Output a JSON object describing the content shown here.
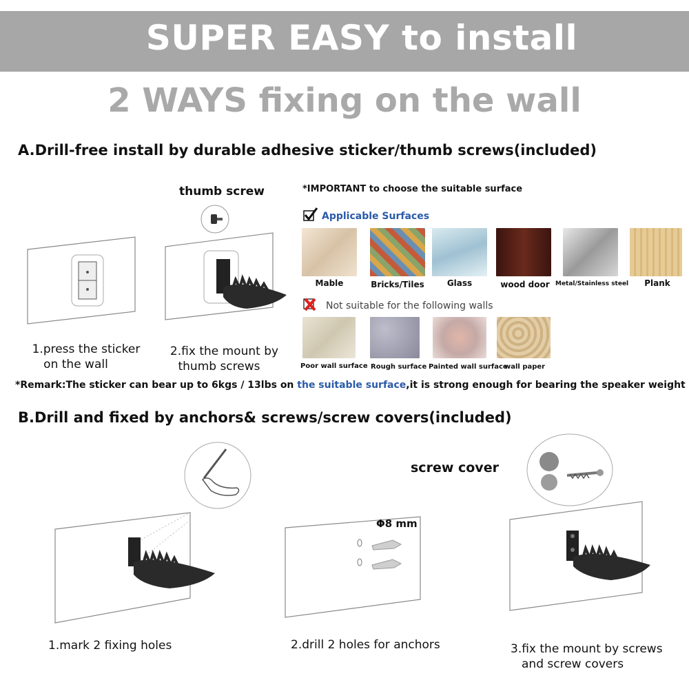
{
  "banner": {
    "title": "SUPER EASY to install"
  },
  "subtitle": "2 WAYS fixing on the wall",
  "sectionA": {
    "title": "A.Drill-free install by durable adhesive sticker/thumb screws(included)",
    "thumb_screw_label": "thumb screw",
    "step1": {
      "line1": "1.press the sticker",
      "line2": "on the wall"
    },
    "step2": {
      "line1": "2.fix the mount by",
      "line2": "thumb screws"
    },
    "important": "*IMPORTANT to choose the suitable surface",
    "applicable_title": "Applicable Surfaces",
    "applicable": [
      {
        "label": "Mable",
        "color": "#e6d6c0"
      },
      {
        "label": "Bricks/Tiles",
        "color": "#b89a6a"
      },
      {
        "label": "Glass",
        "color": "#b9d3de"
      },
      {
        "label": "wood door",
        "color": "#5a2418"
      },
      {
        "label": "Metal/Stainless steel",
        "color": "#b9b9b9"
      },
      {
        "label": "Plank",
        "color": "#e2c794"
      }
    ],
    "not_suitable_title": "Not suitable for the following walls",
    "not_suitable": [
      {
        "label": "Poor wall surface",
        "color": "#dcd6c4"
      },
      {
        "label": "Rough surface",
        "color": "#a3a3b2"
      },
      {
        "label": "Painted wall surface",
        "color": "#d8c2c0"
      },
      {
        "label": "wall paper",
        "color": "#d9c49f"
      }
    ]
  },
  "remark": {
    "prefix": "*Remark:The sticker can bear up to 6kgs / 13lbs on ",
    "highlight": "the suitable surface",
    "suffix": ",it is strong enough for bearing the speaker weight"
  },
  "sectionB": {
    "title": "B.Drill and fixed by anchors& screws/screw covers(included)",
    "screw_cover_label": "screw cover",
    "diameter_label": "Φ8 mm",
    "step1": "1.mark 2 fixing holes",
    "step2": "2.drill 2 holes for anchors",
    "step3": {
      "line1": "3.fix the mount by screws",
      "line2": "and screw covers"
    }
  },
  "colors": {
    "banner": "#a7a7a7",
    "subtitle": "#a9a9a9",
    "highlight": "#2a5aa8",
    "not_suitable_x": "#e02020"
  }
}
